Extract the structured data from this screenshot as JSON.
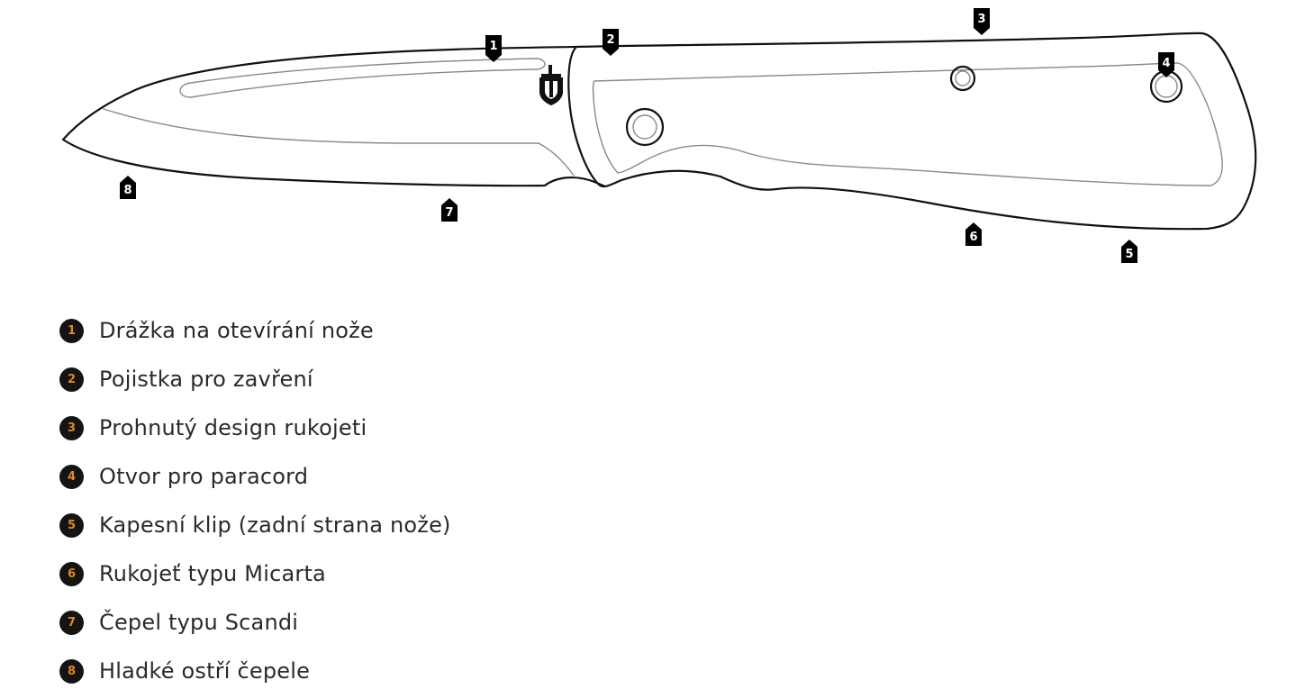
{
  "markers": [
    "1",
    "2",
    "3",
    "4",
    "5",
    "6",
    "7",
    "8"
  ],
  "legend": [
    {
      "number": "1",
      "label": "Drážka na otevírání nože"
    },
    {
      "number": "2",
      "label": "Pojistka pro zavření"
    },
    {
      "number": "3",
      "label": "Prohnutý design rukojeti"
    },
    {
      "number": "4",
      "label": "Otvor pro paracord"
    },
    {
      "number": "5",
      "label": "Kapesní klip (zadní strana nože)"
    },
    {
      "number": "6",
      "label": "Rukojeť typu Micarta"
    },
    {
      "number": "7",
      "label": "Čepel typu Scandi"
    },
    {
      "number": "8",
      "label": "Hladké ostří čepele"
    }
  ],
  "colors": {
    "badge_background": "#141414",
    "badge_number": "#e08a1e",
    "marker": "#000000",
    "outline": "#111111",
    "legend_text": "#2a2a2a"
  },
  "icons": {
    "brand_logo": "gerber-logo-icon"
  }
}
